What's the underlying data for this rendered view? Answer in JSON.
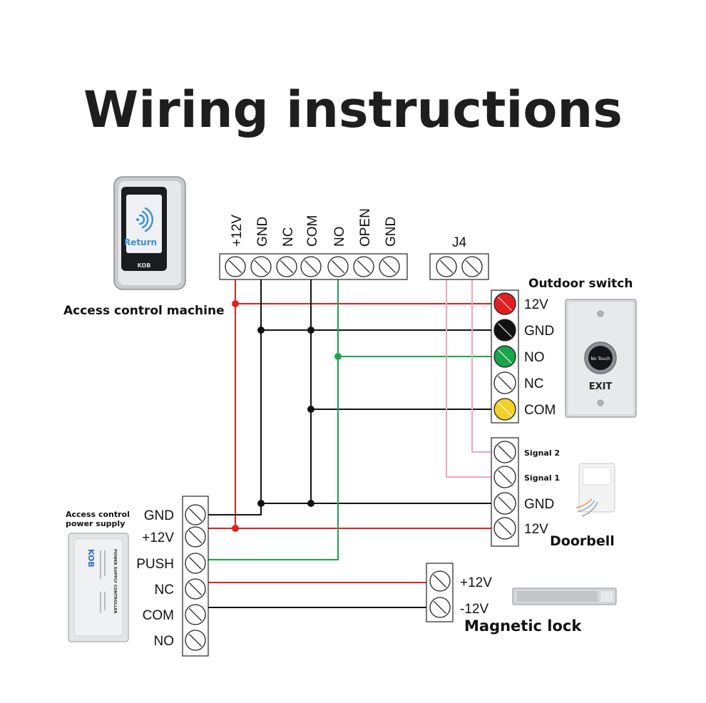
{
  "title": "Wiring instructions",
  "colors": {
    "red": "#e02020",
    "black": "#111111",
    "green": "#1aa54a",
    "pink": "#f2a6b8",
    "yellow": "#f2d229",
    "white": "#ffffff"
  },
  "reader": {
    "label": "Access control machine",
    "device_text": "Return",
    "brand": "KOB",
    "terminals": [
      "+12V",
      "GND",
      "NC",
      "COM",
      "NO",
      "OPEN",
      "GND"
    ],
    "j4_label": "J4"
  },
  "exit_switch": {
    "label": "Outdoor switch",
    "button_text": "No Touch",
    "plate_text": "EXIT",
    "terminals": [
      {
        "label": "12V",
        "color": "red"
      },
      {
        "label": "GND",
        "color": "black"
      },
      {
        "label": "NO",
        "color": "green"
      },
      {
        "label": "NC",
        "color": "white"
      },
      {
        "label": "COM",
        "color": "yellow"
      }
    ]
  },
  "doorbell": {
    "label": "Doorbell",
    "terminals": [
      "Signal 2",
      "Signal 1",
      "GND",
      "12V"
    ]
  },
  "power_supply": {
    "label_line1": "Access control",
    "label_line2": "power supply",
    "brand": "KOB",
    "device_text": "POWER SUPPLY CONTROLLER",
    "terminals": [
      "GND",
      "+12V",
      "PUSH",
      "NC",
      "COM",
      "NO"
    ]
  },
  "magnetic_lock": {
    "label": "Magnetic lock",
    "terminals": [
      "+12V",
      "-12V"
    ]
  }
}
